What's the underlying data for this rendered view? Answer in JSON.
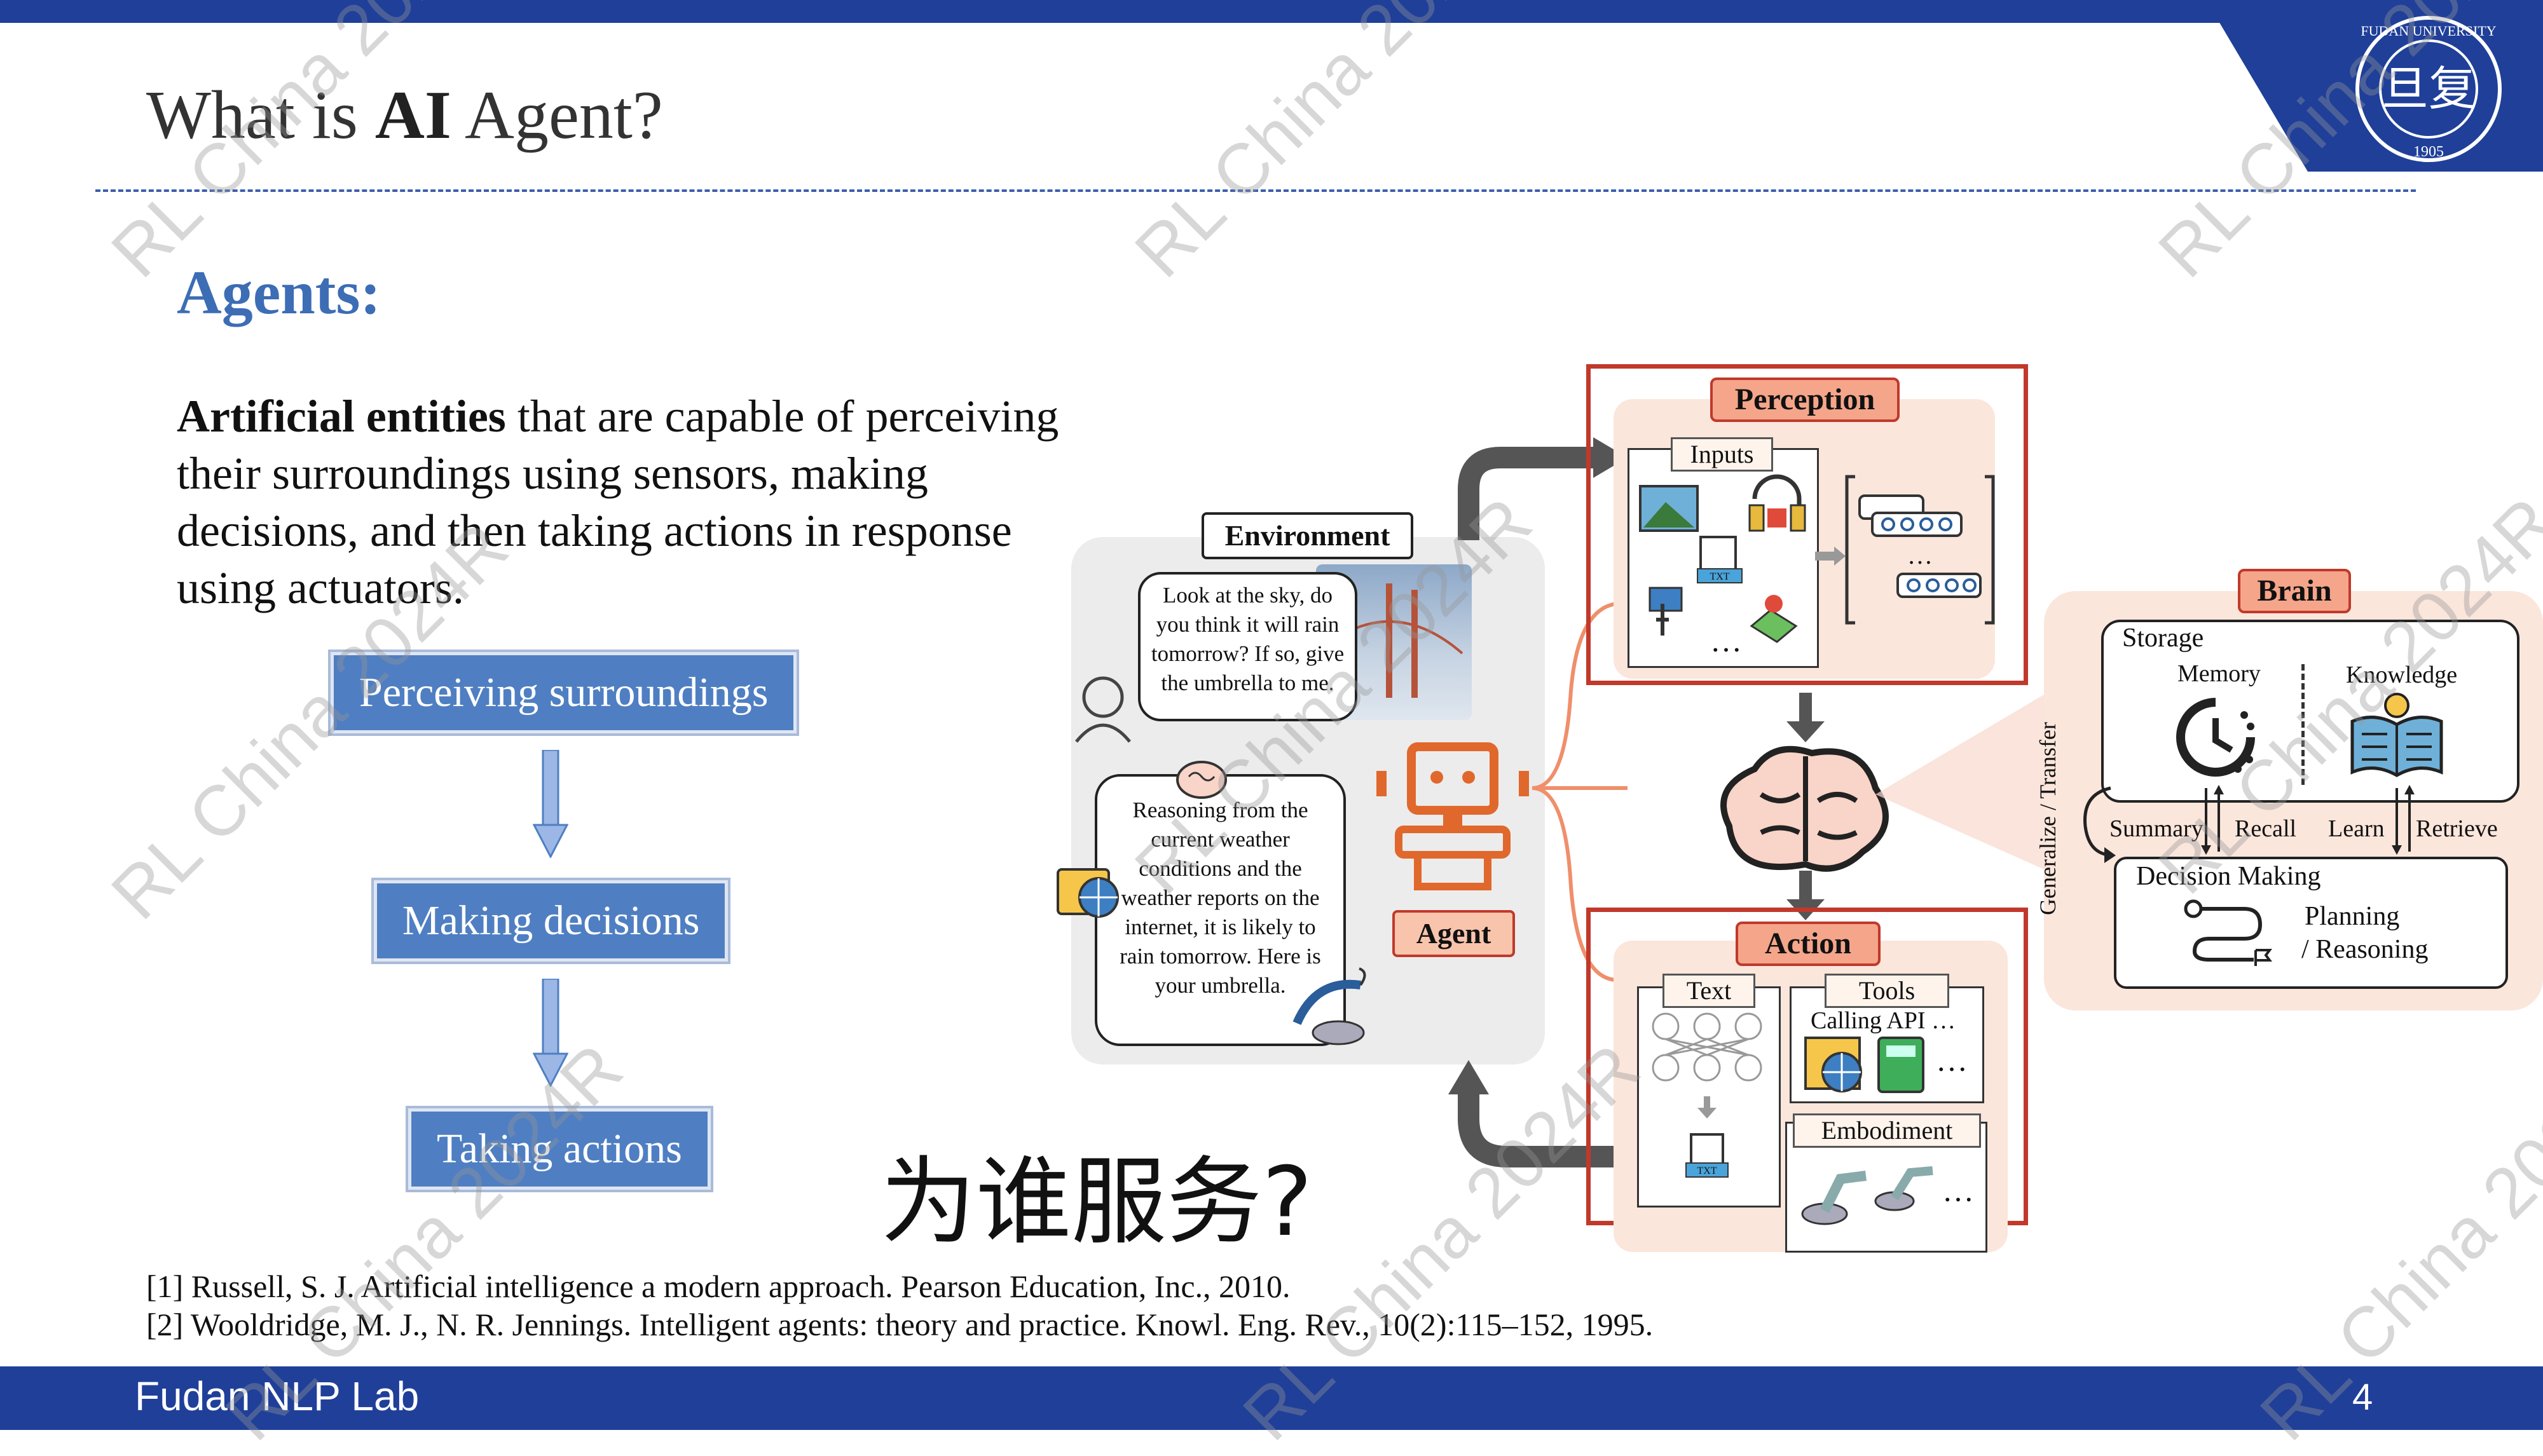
{
  "header": {
    "title_pre": "What is ",
    "title_bold": "AI",
    "title_post": " Agent?",
    "logo_text": "FUDAN UNIVERSITY",
    "logo_year": "1905",
    "logo_glyph": "旦复"
  },
  "section": {
    "heading": "Agents:",
    "para_bold": "Artificial entities",
    "para_rest": " that are capable of perceiving their surroundings using sensors, making decisions, and then taking actions in response using actuators."
  },
  "steps": [
    "Perceiving surroundings",
    "Making decisions",
    "Taking actions"
  ],
  "question": "为谁服务?",
  "figure": {
    "environment": "Environment",
    "human_speech": "Look at the sky, do you think it will rain tomorrow? If so, give the umbrella to me.",
    "agent_speech": "Reasoning from the current weather conditions and the weather reports on the internet, it is likely to rain tomorrow. Here is your umbrella.",
    "agent": "Agent",
    "perception": "Perception",
    "inputs": "Inputs",
    "txt": "TXT",
    "ellipsis": "…",
    "action": "Action",
    "text": "Text",
    "tools": "Tools",
    "calling_api": "Calling API …",
    "embodiment": "Embodiment",
    "brain": "Brain",
    "storage": "Storage",
    "memory": "Memory",
    "knowledge": "Knowledge",
    "summary": "Summary",
    "recall": "Recall",
    "learn": "Learn",
    "retrieve": "Retrieve",
    "decision_making": "Decision Making",
    "planning": "Planning",
    "reasoning": "/ Reasoning",
    "generalize": "Generalize / Transfer"
  },
  "references": [
    "[1] Russell, S. J. Artificial intelligence a modern approach. Pearson Education, Inc., 2010.",
    "[2] Wooldridge, M. J., N. R. Jennings. Intelligent agents: theory and practice. Knowl. Eng. Rev., 10(2):115–152, 1995."
  ],
  "footer": {
    "lab": "Fudan NLP Lab",
    "page": "4"
  },
  "watermark": "RL China 2024R",
  "colors": {
    "bar_blue": "#1f3f99",
    "heading_blue": "#3c6db5",
    "step_blue": "#4f7fc2",
    "panel_red": "#c0392b",
    "panel_fill": "#f4a58a"
  }
}
